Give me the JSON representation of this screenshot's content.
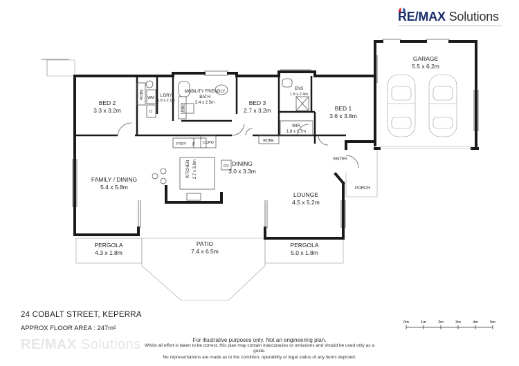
{
  "brand": {
    "name_bold": "RE/MAX",
    "name_light": " Solutions"
  },
  "rooms": {
    "garage": {
      "name": "GARAGE",
      "dim": "5.5 x 6.2m"
    },
    "bed2": {
      "name": "BED 2",
      "dim": "3.3 x 3.2m"
    },
    "laundry": {
      "name": "L'DRY",
      "dim": "1.8 x 2.1m"
    },
    "bath": {
      "name1": "MOBILITY FRIENDLY",
      "name2": "BATH",
      "dim": "3.4 x 2.5m"
    },
    "bed3": {
      "name": "BED 3",
      "dim": "2.7 x 3.2m"
    },
    "ensuite": {
      "name": "ENS",
      "dim": "1.8 x 2.4m"
    },
    "bed1": {
      "name": "BED 1",
      "dim": "3.6 x 3.8m"
    },
    "wir": {
      "name": "WIR",
      "dim": "1.8 x 1.7m"
    },
    "family": {
      "name": "FAMILY / DINING",
      "dim": "5.4 x 5.8m"
    },
    "kitchen": {
      "name": "KITCHEN",
      "dim": "2.7 x 3.9m"
    },
    "dining": {
      "name": "DINING",
      "dim": "3.0 x 3.3m"
    },
    "lounge": {
      "name": "LOUNGE",
      "dim": "4.5 x 5.2m"
    },
    "entry": {
      "name": "ENTRY"
    },
    "porch": {
      "name": "PORCH"
    },
    "pergola_left": {
      "name": "PERGOLA",
      "dim": "4.3 x 1.8m"
    },
    "patio": {
      "name": "PATIO",
      "dim": "7.4 x 6.5m"
    },
    "pergola_right": {
      "name": "PERGOLA",
      "dim": "5.0 x 1.8m"
    }
  },
  "fixtures": {
    "robe_bed2": "ROBE",
    "wm": "WM",
    "d": "D",
    "linen": "LINEN",
    "robe_bed3": "ROBE",
    "pantry": "PTRY",
    "fridge": "F",
    "cupboard": "CUPD",
    "oven": "OV"
  },
  "address": "24 COBALT STREET, KEPERRA",
  "floor_area": "APPROX FLOOR AREA  :  247m²",
  "scale_labels": [
    "0m",
    "1m",
    "2m",
    "3m",
    "4m",
    "5m"
  ],
  "disclaimer": {
    "line1": "For illustrative purposes only. Not an engineering plan.",
    "line2": "Whilst all effort is taken to be correct, this plan may contain inaccuracies or omissions and should be used only as a guide.",
    "line3": "No representations are made as to the condition, operability or legal status of any items depicted."
  },
  "watermark": {
    "bold": "RE/MAX",
    "light": " Solutions"
  }
}
